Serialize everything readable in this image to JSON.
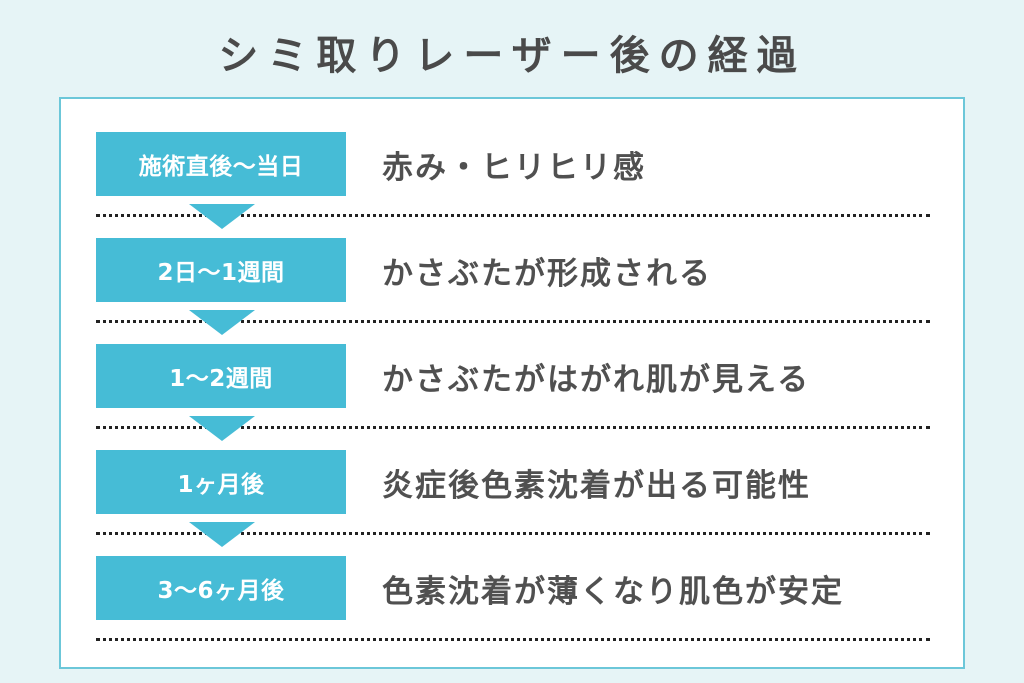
{
  "title": "シミ取りレーザー後の経過",
  "colors": {
    "background": "#e6f4f6",
    "panel_border": "#6cc7d9",
    "stage_fill": "#46bcd6",
    "text_dark": "#4a4a4a",
    "divider": "#222222"
  },
  "timeline": [
    {
      "stage": "施術直後〜当日",
      "description": "赤み・ヒリヒリ感"
    },
    {
      "stage": "2日〜1週間",
      "description": "かさぶたが形成される"
    },
    {
      "stage": "1〜2週間",
      "description": "かさぶたがはがれ肌が見える"
    },
    {
      "stage": "1ヶ月後",
      "description": "炎症後色素沈着が出る可能性"
    },
    {
      "stage": "3〜6ヶ月後",
      "description": "色素沈着が薄くなり肌色が安定"
    }
  ],
  "icons": {
    "step_arrow": "down-triangle-icon"
  }
}
